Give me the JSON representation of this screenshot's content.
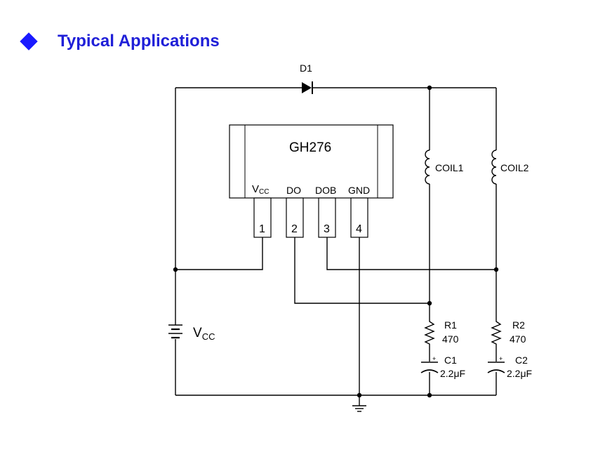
{
  "header": {
    "title": "Typical Applications",
    "icon": "diamond-bullet-icon",
    "accent_color": "#1f1fd8"
  },
  "diagram": {
    "ic": {
      "name": "GH276",
      "pin_names": {
        "vcc_main": "V",
        "vcc_sub": "CC",
        "do": "DO",
        "dob": "DOB",
        "gnd": "GND"
      },
      "pins": [
        "1",
        "2",
        "3",
        "4"
      ]
    },
    "diode": {
      "label": "D1"
    },
    "coil1": {
      "label": "COIL1"
    },
    "coil2": {
      "label": "COIL2"
    },
    "r1": {
      "label": "R1",
      "value": "470"
    },
    "r2": {
      "label": "R2",
      "value": "470"
    },
    "c1": {
      "label": "C1",
      "value": "2.2μF",
      "polarity": "+"
    },
    "c2": {
      "label": "C2",
      "value": "2.2μF",
      "polarity": "+"
    },
    "supply": {
      "main": "V",
      "sub": "CC"
    }
  }
}
